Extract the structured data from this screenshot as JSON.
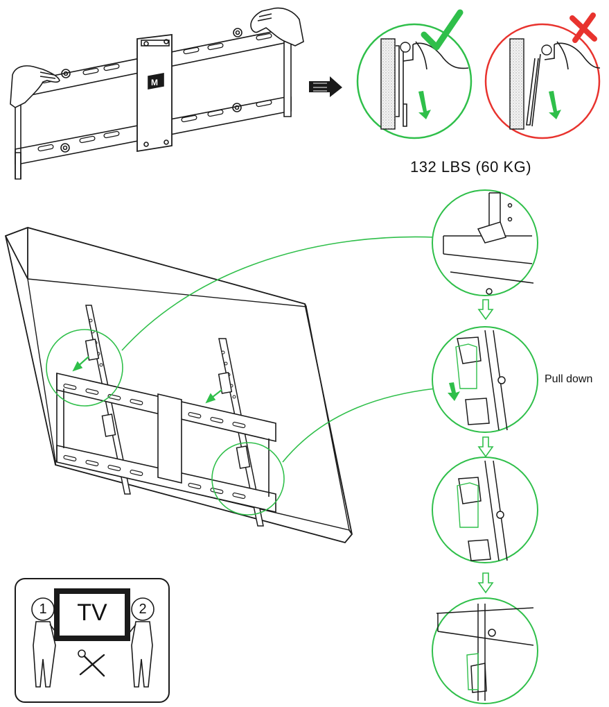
{
  "labels": {
    "weight_limit": "132 LBS (60 KG)",
    "pull_down": "Pull down",
    "tv": "TV",
    "person_1": "1",
    "person_2": "2"
  },
  "colors": {
    "green": "#2fbf4a",
    "red": "#e8332e",
    "line": "#1a1a1a"
  },
  "icons": [
    "check-icon",
    "cross-icon",
    "arrow-right-icon",
    "arrow-down-icon",
    "hand-icon",
    "screwdriver-wrench-icon"
  ]
}
